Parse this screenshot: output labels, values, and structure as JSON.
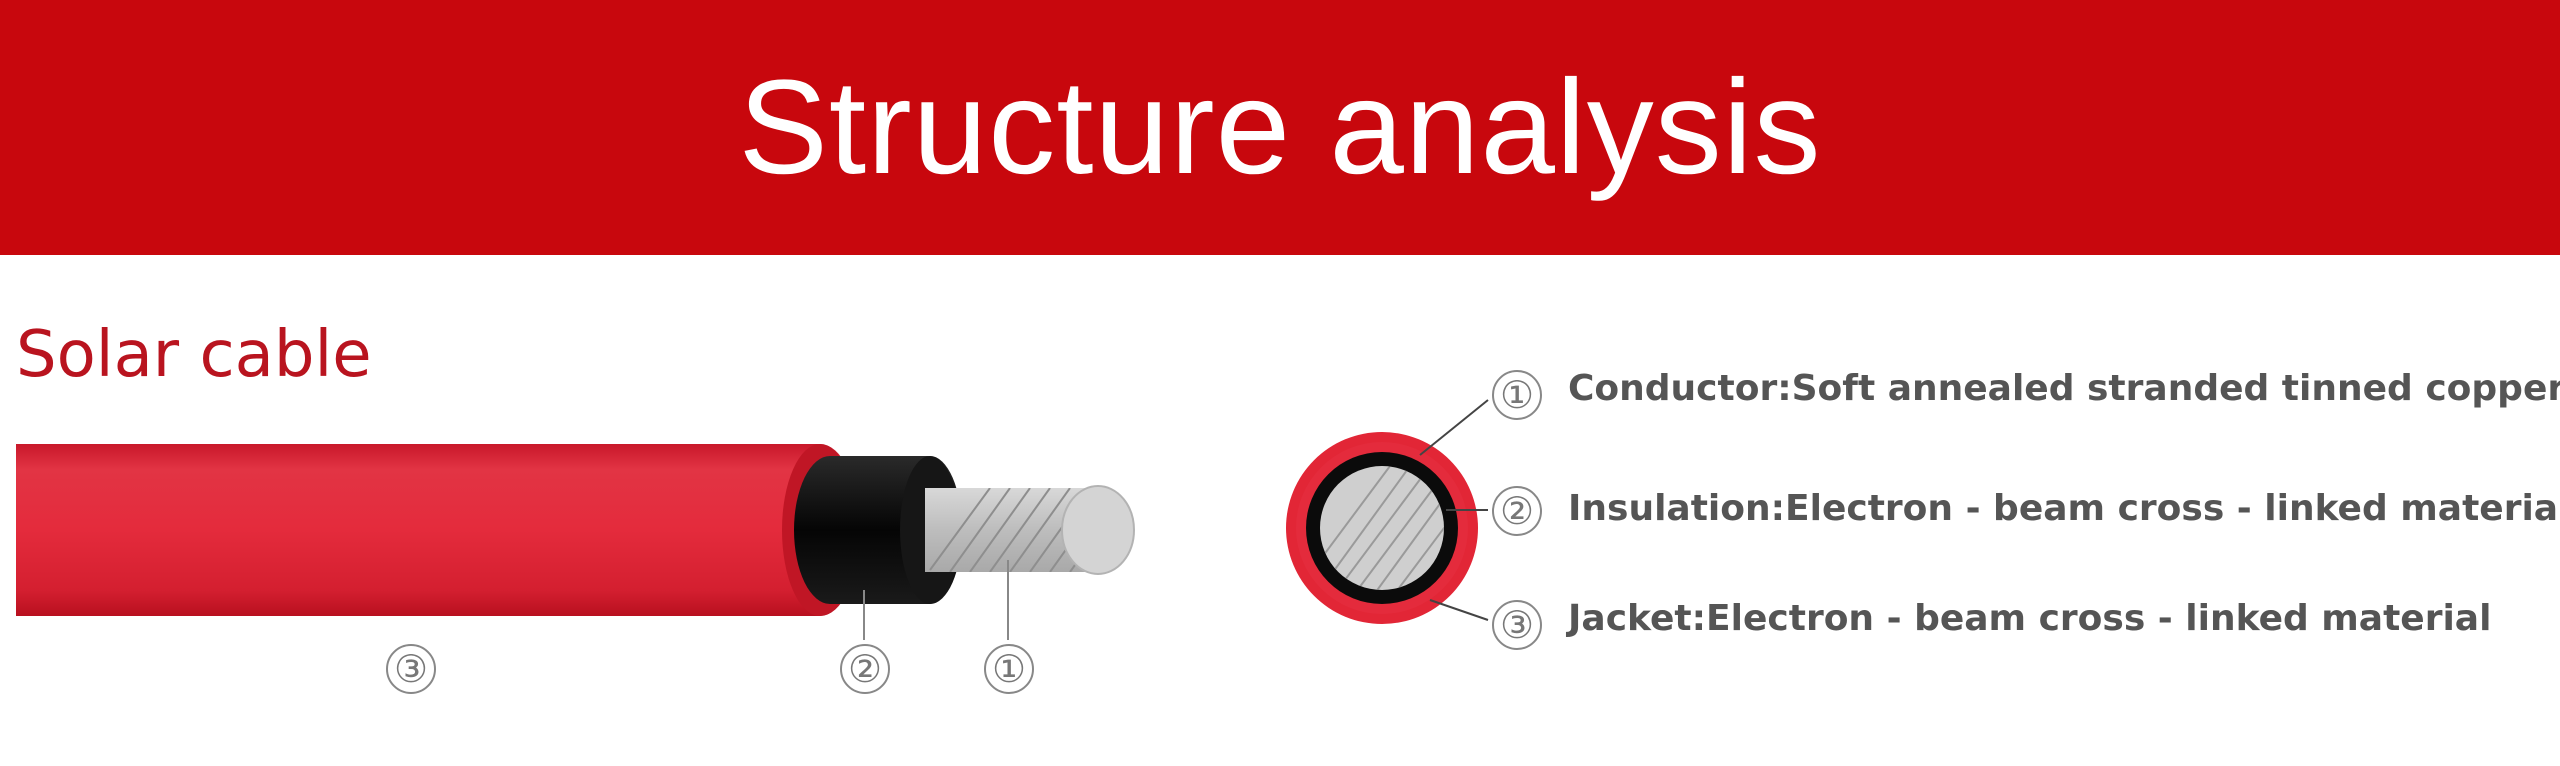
{
  "colors": {
    "banner": "#c8070d",
    "banner_text": "#ffffff",
    "heading": "#b9141f",
    "jacket_red": "#dc2232",
    "insulation_black": "#111111",
    "conductor": "#cfcfcf",
    "callout_text": "#555555"
  },
  "banner": {
    "title": "Structure analysis"
  },
  "cable": {
    "name": "Solar cable"
  },
  "markers": {
    "jacket": "③",
    "insulation": "②",
    "conductor": "①"
  },
  "layers": [
    {
      "number": "①",
      "name": "Conductor",
      "description": "Soft annealed stranded tinned copper"
    },
    {
      "number": "②",
      "name": "Insulation",
      "description": "Electron - beam cross - linked material"
    },
    {
      "number": "③",
      "name": "Jacket",
      "description": "Electron - beam cross - linked material"
    }
  ]
}
